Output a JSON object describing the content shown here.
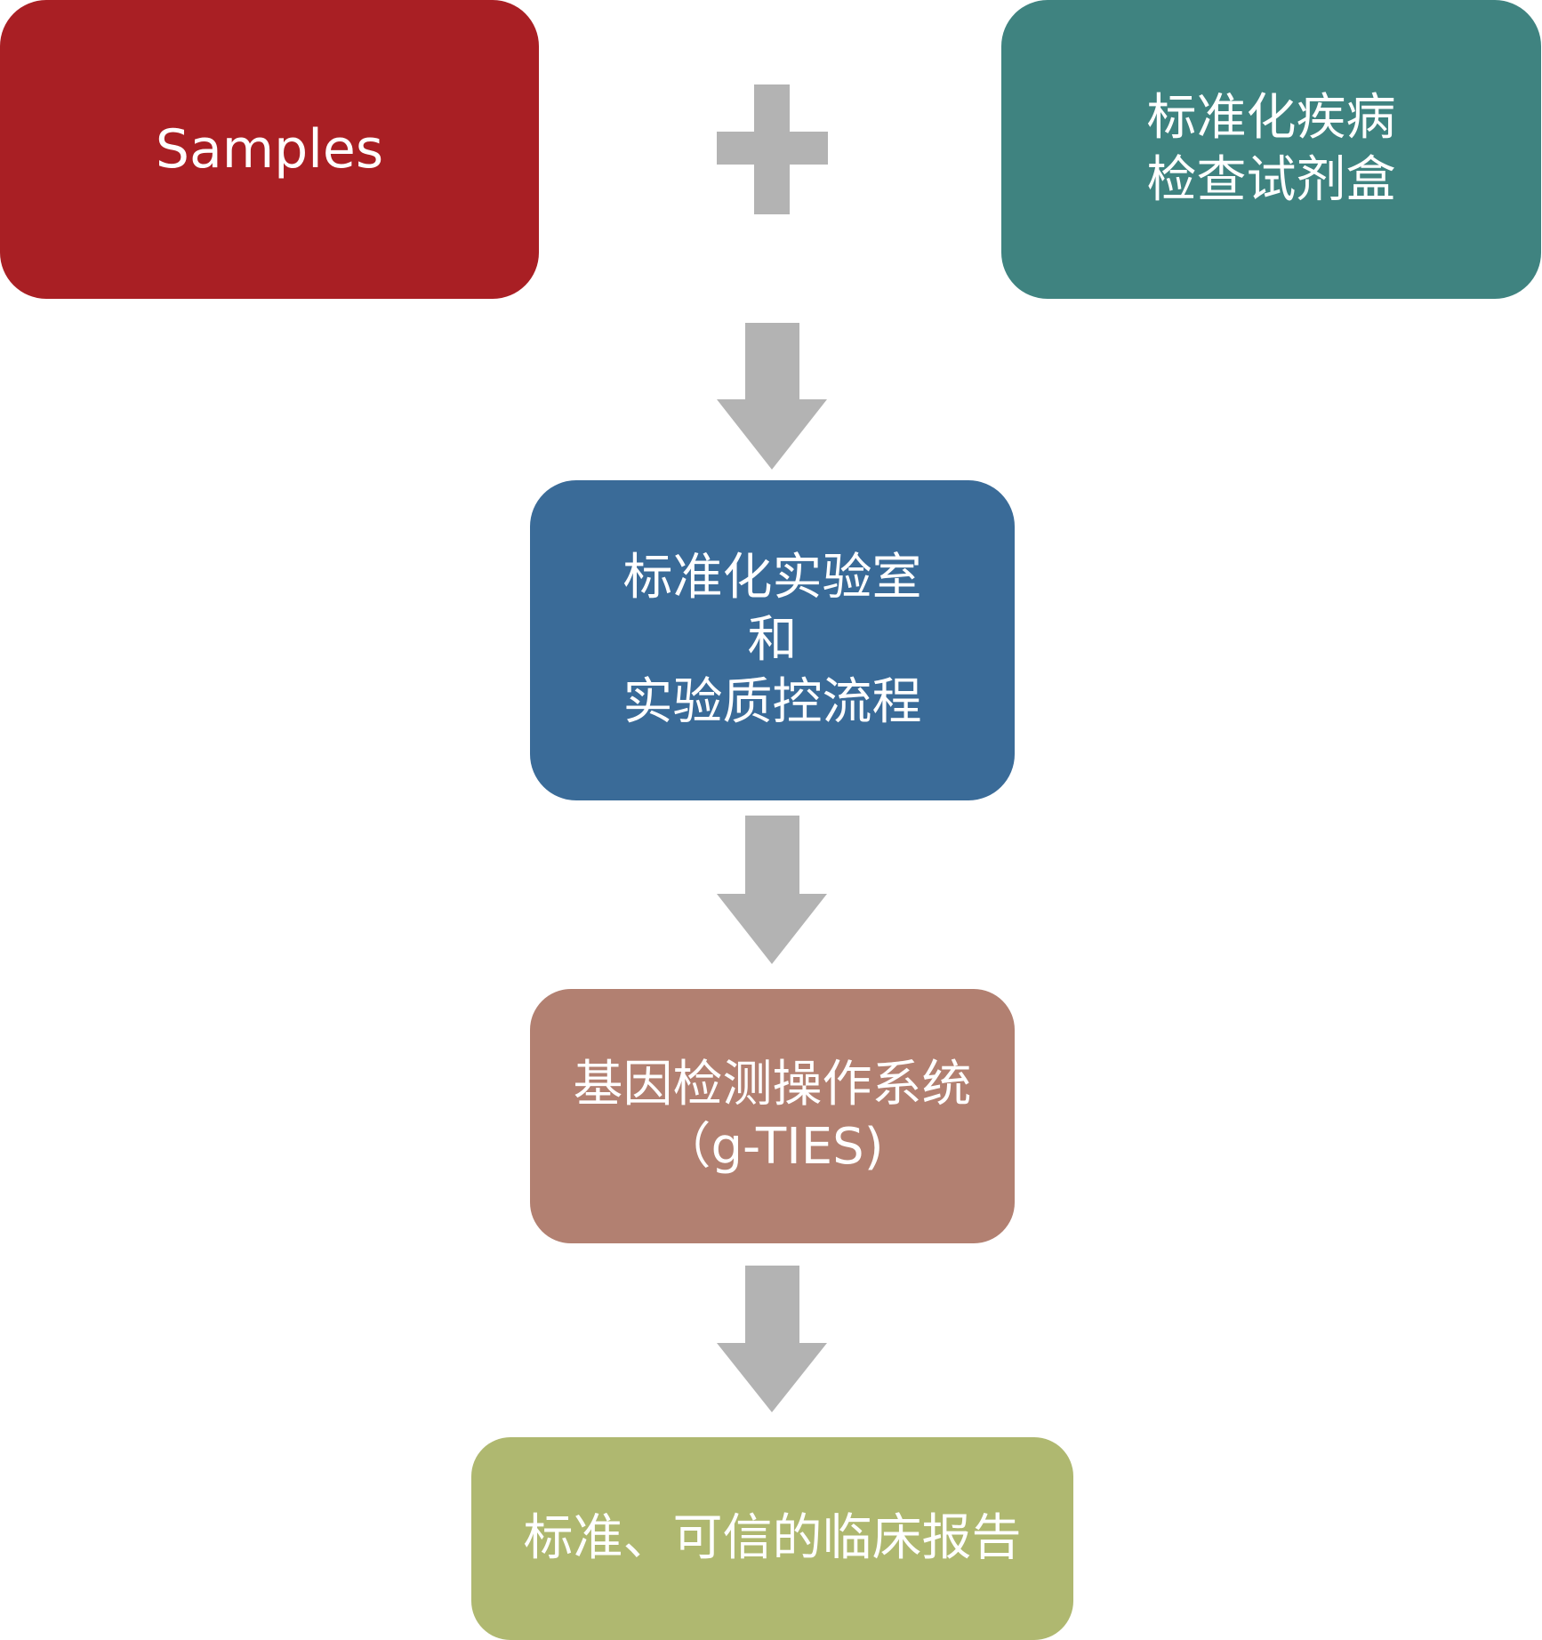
{
  "nodes": {
    "samples": {
      "lines": [
        "Samples"
      ],
      "color": "#A91F24"
    },
    "kit": {
      "lines": [
        "标准化疾病",
        "检查试剂盒"
      ],
      "color": "#3F8380"
    },
    "lab": {
      "lines": [
        "标准化实验室",
        "和",
        "实验质控流程"
      ],
      "color": "#3A6B98"
    },
    "system": {
      "lines": [
        "基因检测操作系统",
        "（g-TIES)"
      ],
      "color": "#B28071"
    },
    "report": {
      "lines": [
        "标准、可信的临床报告"
      ],
      "color": "#AFB870"
    }
  },
  "connector_color": "#B3B3B3",
  "connectors": [
    {
      "from": "samples",
      "to": "kit",
      "type": "plus-icon"
    },
    {
      "from": "samples+kit",
      "to": "lab",
      "type": "arrow-down-icon"
    },
    {
      "from": "lab",
      "to": "system",
      "type": "arrow-down-icon"
    },
    {
      "from": "system",
      "to": "report",
      "type": "arrow-down-icon"
    }
  ]
}
